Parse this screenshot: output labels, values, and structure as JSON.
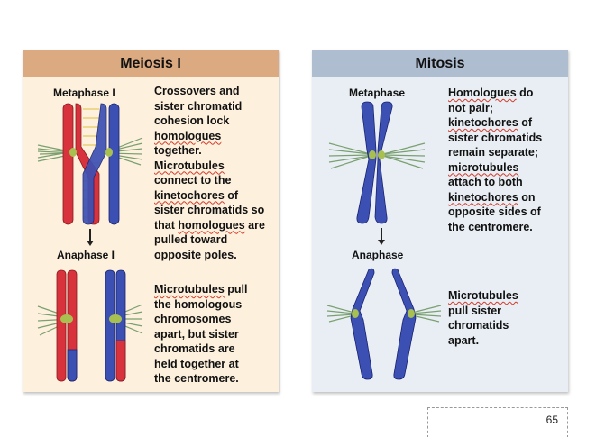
{
  "meiosis": {
    "title": "Meiosis I",
    "metaphase_label": "Metaphase I",
    "anaphase_label": "Anaphase I",
    "metaphase_text": [
      {
        "t": "Crossovers and"
      },
      {
        "t": "sister chromatid"
      },
      {
        "t": "cohesion lock"
      },
      {
        "t": "homologues",
        "squig": true
      },
      {
        "t": "together."
      },
      {
        "t": "Microtubules",
        "squig": true
      },
      {
        "t": "connect to the"
      },
      {
        "t": "kinetochores",
        "squig": true,
        "after": " of"
      },
      {
        "t": "sister chromatids so"
      },
      {
        "before": "that ",
        "t": "homologues",
        "squig": true,
        "after": " are"
      },
      {
        "t": "pulled toward"
      },
      {
        "t": "opposite poles."
      }
    ],
    "anaphase_text": [
      {
        "t": "Microtubules",
        "squig": true,
        "after": " pull"
      },
      {
        "t": "the homologous"
      },
      {
        "t": "chromosomes"
      },
      {
        "t": "apart, but sister"
      },
      {
        "t": "chromatids are"
      },
      {
        "t": "held together at"
      },
      {
        "t": "the centromere."
      }
    ]
  },
  "mitosis": {
    "title": "Mitosis",
    "metaphase_label": "Metaphase",
    "anaphase_label": "Anaphase",
    "metaphase_text": [
      {
        "t": "Homologues",
        "squig": true,
        "after": " do"
      },
      {
        "t": "not pair;"
      },
      {
        "t": "kinetochores",
        "squig": true,
        "after": " of"
      },
      {
        "t": "sister chromatids"
      },
      {
        "t": "remain separate;"
      },
      {
        "t": "microtubules",
        "squig": true
      },
      {
        "t": "attach to both"
      },
      {
        "t": "kinetochores",
        "squig": true,
        "after": " on"
      },
      {
        "t": "opposite sides of"
      },
      {
        "t": "the centromere."
      }
    ],
    "anaphase_text": [
      {
        "t": "Microtubules",
        "squig": true
      },
      {
        "t": "pull sister"
      },
      {
        "t": "chromatids"
      },
      {
        "t": "apart."
      }
    ]
  },
  "colors": {
    "red_chromatid": "#d8323c",
    "blue_chromatid": "#3c50b4",
    "spindle": "#7aa070",
    "kinetochore": "#a8c050",
    "cohesin": "#e0c040"
  },
  "page_number": "65"
}
